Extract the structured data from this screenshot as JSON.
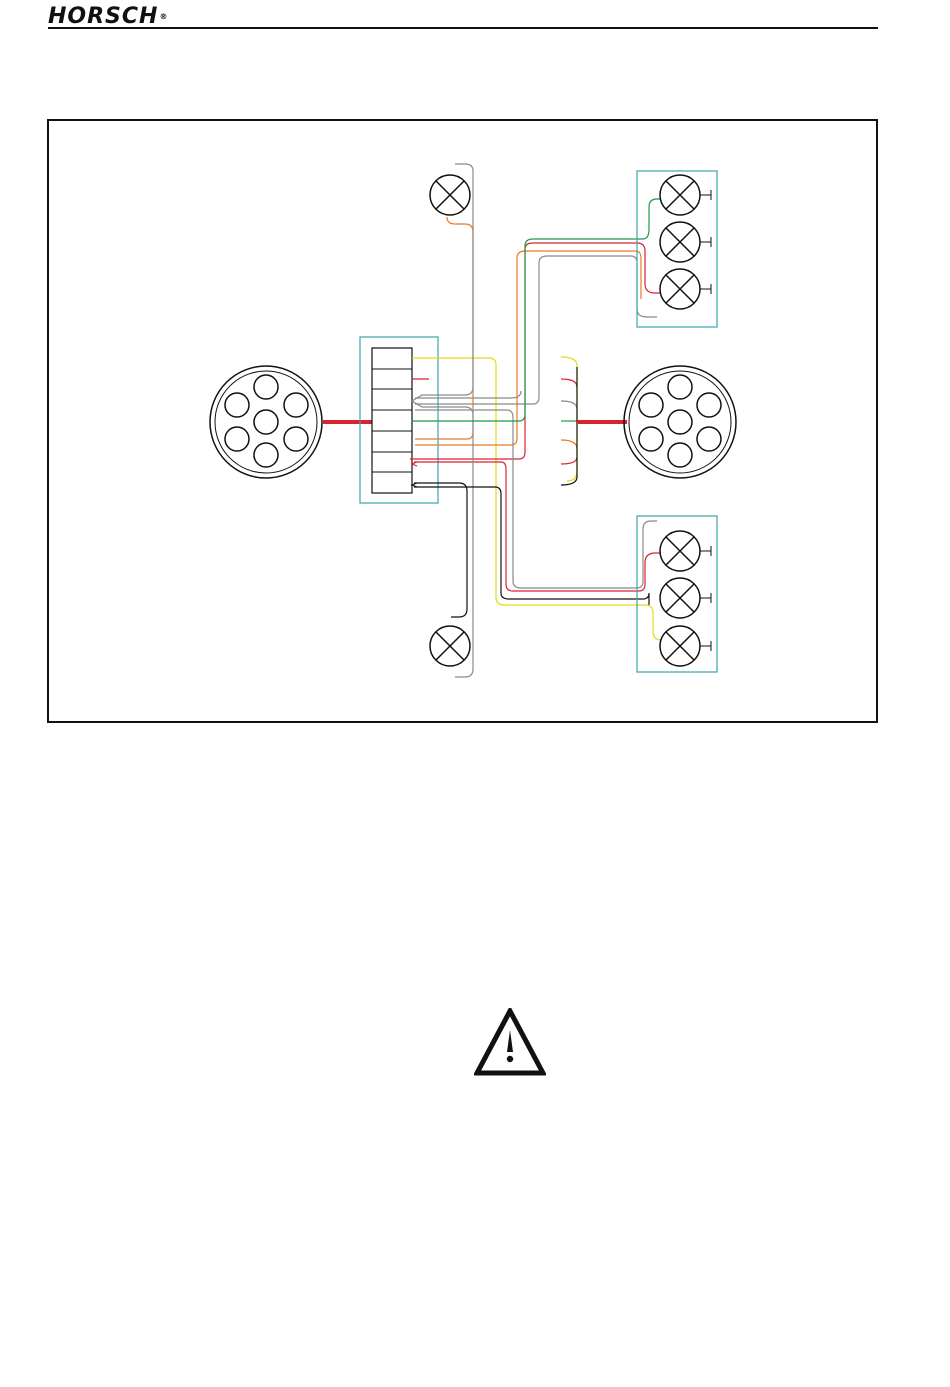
{
  "header": {
    "brand_name": "HORSCH",
    "registered_mark": "®"
  },
  "diagram": {
    "type": "trailer lighting wiring schematic",
    "wire_colors": {
      "yellow": "#e6d81a",
      "red": "#d9232e",
      "gray": "#8a8a8a",
      "green": "#1a9a4a",
      "orange": "#e8792a",
      "black": "#111111",
      "teal": "#3aa5b0"
    },
    "terminal_block_slots": 7,
    "socket_pins": 7,
    "lamp_groups": [
      {
        "id": "rear-light-cluster-top",
        "lamps": 3
      },
      {
        "id": "rear-light-cluster-bottom",
        "lamps": 3
      }
    ],
    "side_markers": 2
  },
  "warning": {
    "icon": "warning-triangle-icon"
  }
}
